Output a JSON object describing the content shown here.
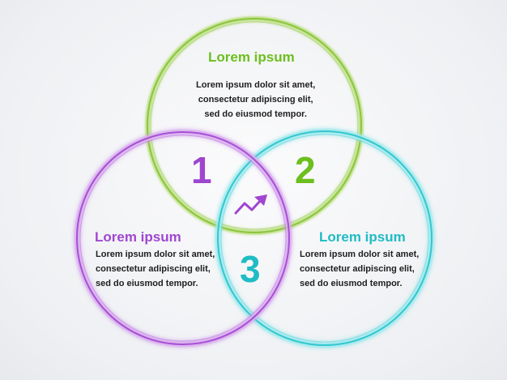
{
  "circles": [
    {
      "id": "green",
      "color": "#8cc63f",
      "title": "Lorem ipsum",
      "text": [
        "Lorem ipsum dolor sit amet,",
        "consectetur adipiscing elit,",
        "sed do eiusmod tempor."
      ]
    },
    {
      "id": "purple",
      "color": "#a94fd6",
      "title": "Lorem ipsum",
      "text": [
        "Lorem ipsum dolor sit amet,",
        "consectetur adipiscing elit,",
        "sed do eiusmod tempor."
      ]
    },
    {
      "id": "cyan",
      "color": "#33c7cf",
      "title": "Lorem ipsum",
      "text": [
        "Lorem ipsum dolor sit amet,",
        "consectetur adipiscing elit,",
        "sed do eiusmod tempor."
      ]
    }
  ],
  "numbers": {
    "one": "1",
    "two": "2",
    "three": "3"
  },
  "center_icon": "trend-up-arrow-icon",
  "accent_colors": {
    "green": "#6cbf1e",
    "purple": "#a046d0",
    "cyan": "#1fbcc4"
  }
}
